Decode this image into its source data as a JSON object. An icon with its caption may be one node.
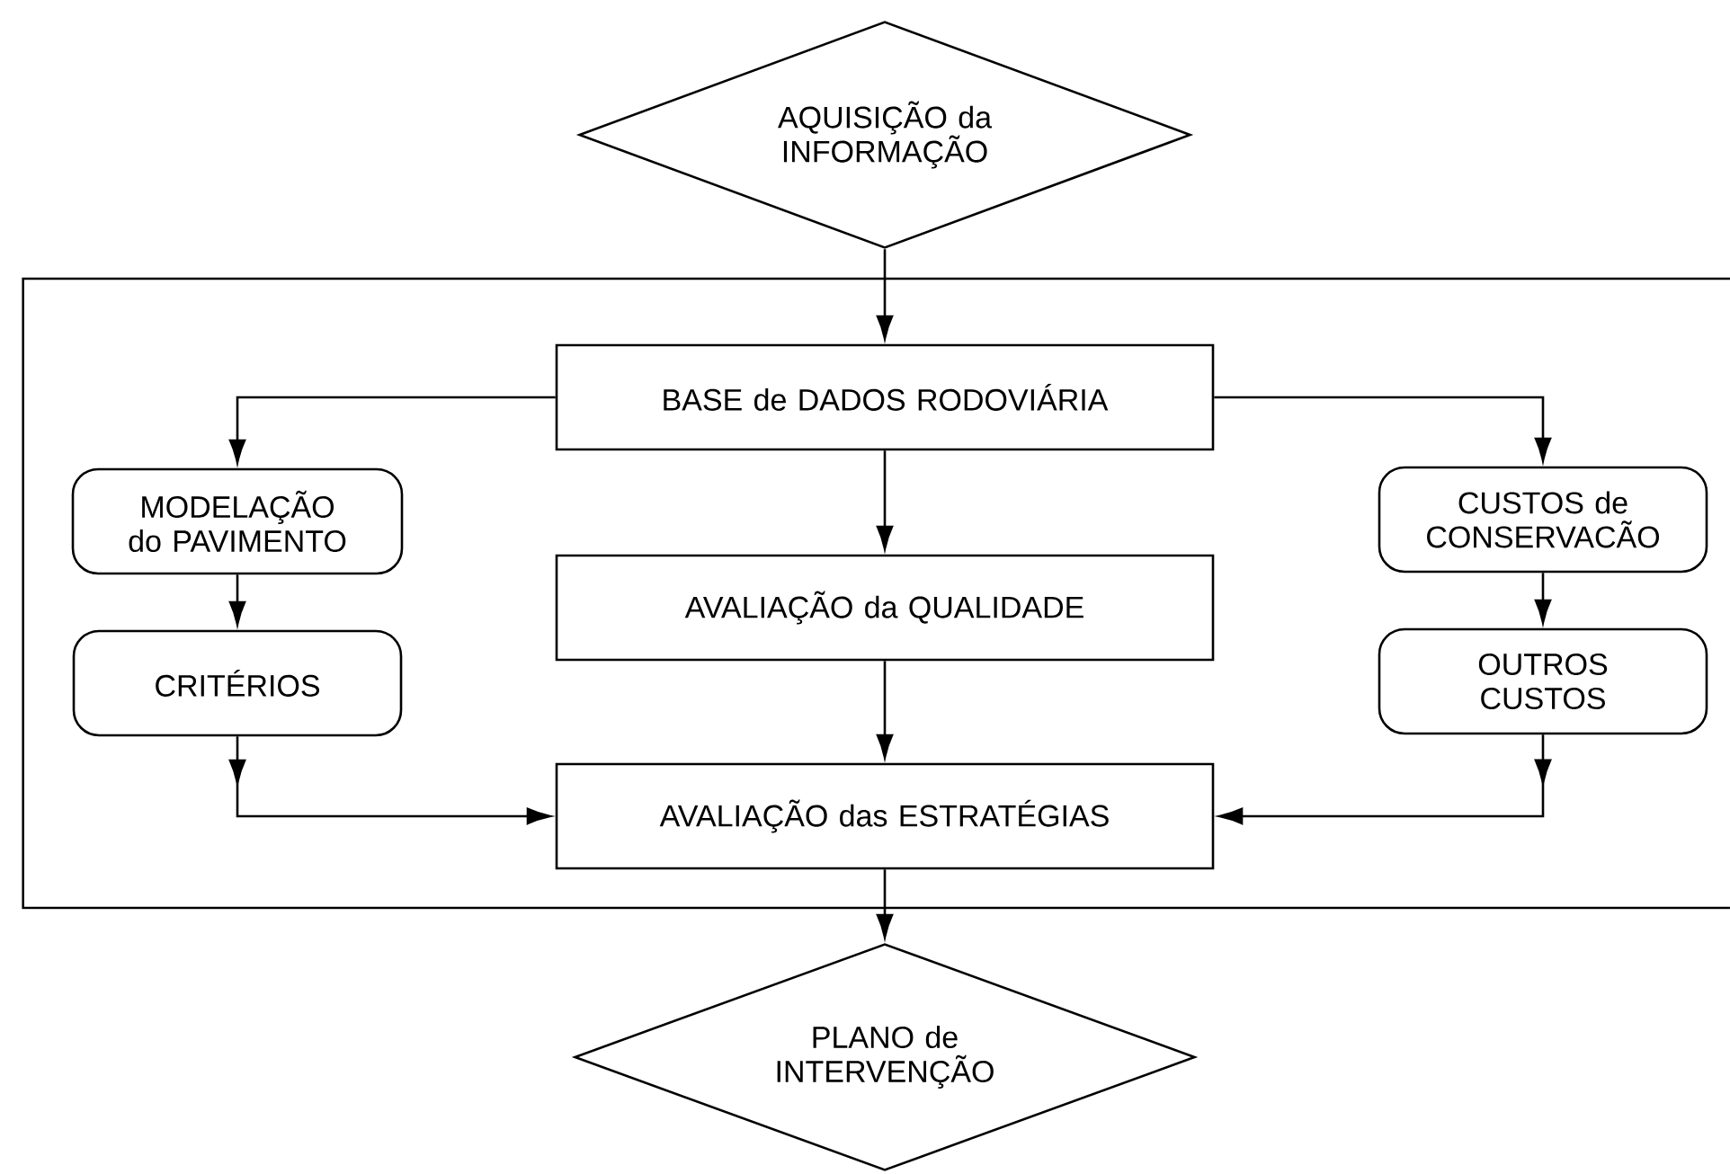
{
  "diagram": {
    "nodes": [
      {
        "text": [
          "AQUISIÇÃO da INFORMAÇÃO"
        ]
      },
      {
        "text": [],
        "shape": "box"
      },
      {
        "text": [
          "BASE de DADOS RODOVIÁRIA"
        ],
        "in": 1
      },
      {
        "text": [
          "MODELAÇÃO do PAVIMENTO"
        ],
        "in": 1
      },
      {
        "text": [
          "CUSTOS de CONSERVACÃO"
        ],
        "in": 1
      },
      {
        "text": [
          "AVALIAÇÃO da QUALIDADE"
        ],
        "in": 1
      },
      {
        "text": [
          "CRITÉRIOS"
        ],
        "in": 1
      },
      {
        "text": [
          "OUTROS CUSTOS"
        ],
        "in": 1
      },
      {
        "text": [
          "AVALIAÇÃO das ESTRATÉGIAS"
        ],
        "in": 1
      },
      {
        "text": [
          "PLANO de INTERVENÇÃO"
        ]
      }
    ],
    "edges": [
      {
        "from": 0,
        "to": 2,
        "arrow": "to"
      },
      {
        "from": 2,
        "to": 3,
        "arrow": "to"
      },
      {
        "from": 2,
        "to": 4,
        "arrow": "to"
      },
      {
        "from": 2,
        "to": 5,
        "arrow": "to"
      },
      {
        "from": 3,
        "to": 6,
        "arrow": "to"
      },
      {
        "from": 4,
        "to": 7,
        "arrow": "to"
      },
      {
        "from": 5,
        "to": 8,
        "arrow": "to"
      },
      {
        "from": 6,
        "to": 8,
        "arrow": "to"
      },
      {
        "from": 7,
        "to": 8,
        "arrow": "to"
      },
      {
        "from": 8,
        "to": 9,
        "arrow": "to"
      }
    ]
  }
}
